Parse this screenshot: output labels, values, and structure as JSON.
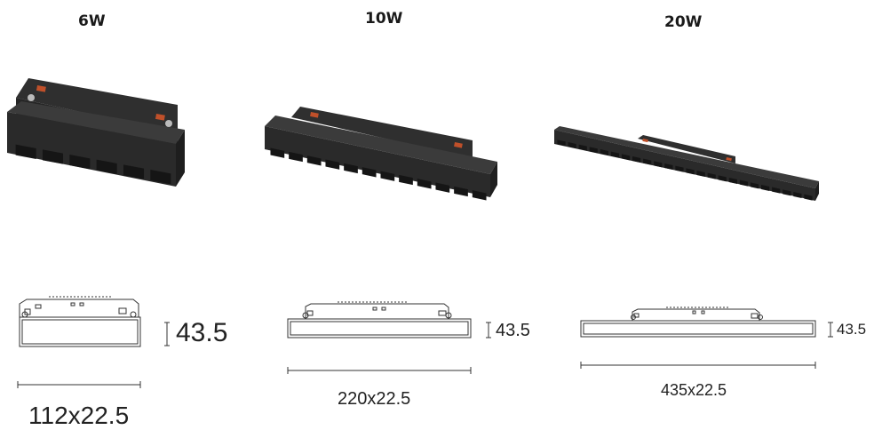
{
  "products": [
    {
      "wattage": "6W",
      "height_label": "43.5",
      "length_label": "112x22.5",
      "cells": 6
    },
    {
      "wattage": "10W",
      "height_label": "43.5",
      "length_label": "220x22.5",
      "cells": 12
    },
    {
      "wattage": "20W",
      "height_label": "43.5",
      "length_label": "435x22.5",
      "cells": 24
    }
  ],
  "colors": {
    "housing": "#2a2a2a",
    "housing_top": "#3a3a3a",
    "cell": "#151515",
    "connector": "#c0502a",
    "line": "#333333"
  }
}
